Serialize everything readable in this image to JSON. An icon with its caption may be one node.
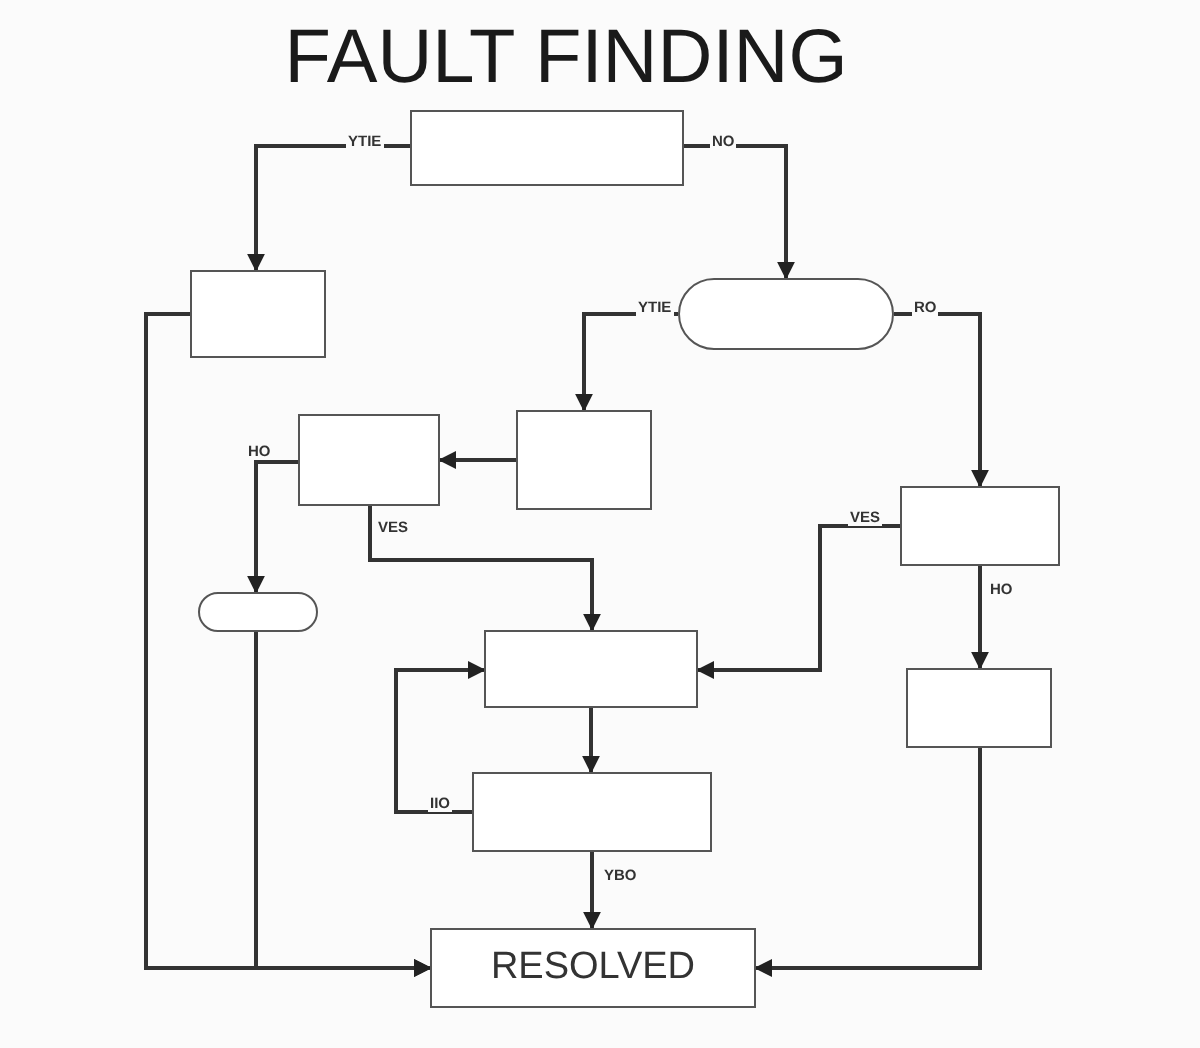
{
  "diagram": {
    "title": "FAULT FINDING",
    "nodes": [
      {
        "text": [],
        "shape": "box"
      },
      {
        "text": [],
        "shape": "box"
      },
      {
        "text": [],
        "shape": "pill"
      },
      {
        "text": [],
        "shape": "box"
      },
      {
        "text": [],
        "shape": "box"
      },
      {
        "text": [],
        "shape": "pill"
      },
      {
        "text": [],
        "shape": "box"
      },
      {
        "text": [],
        "shape": "box"
      },
      {
        "text": [],
        "shape": "box"
      },
      {
        "text": [],
        "shape": "box"
      },
      {
        "text": [
          "RESOLVED"
        ]
      }
    ],
    "edges": [
      {
        "from": 0,
        "to": 1,
        "arrow": "to",
        "label": "YTIE"
      },
      {
        "from": 0,
        "to": 2,
        "arrow": "to",
        "label": "NO"
      },
      {
        "from": 2,
        "to": 3,
        "arrow": "to",
        "label": "YTIE"
      },
      {
        "from": 2,
        "to": 6,
        "arrow": "to",
        "label": "RO"
      },
      {
        "from": 3,
        "to": 4,
        "arrow": "to"
      },
      {
        "from": 4,
        "to": 5,
        "arrow": "to",
        "label": "HO"
      },
      {
        "from": 4,
        "to": 7,
        "arrow": "to",
        "label": "VES"
      },
      {
        "from": 6,
        "to": 7,
        "arrow": "to",
        "label": "VES"
      },
      {
        "from": 6,
        "to": 8,
        "arrow": "to",
        "label": "HO"
      },
      {
        "from": 7,
        "to": 9,
        "arrow": "to"
      },
      {
        "from": 9,
        "to": 7,
        "arrow": "to",
        "label": "IIO"
      },
      {
        "from": 9,
        "to": 10,
        "arrow": "to",
        "label": "YBO"
      },
      {
        "from": 1,
        "to": 10,
        "arrow": "to"
      },
      {
        "from": 5,
        "to": 10,
        "arrow": "to"
      },
      {
        "from": 8,
        "to": 10,
        "arrow": "to"
      }
    ]
  }
}
